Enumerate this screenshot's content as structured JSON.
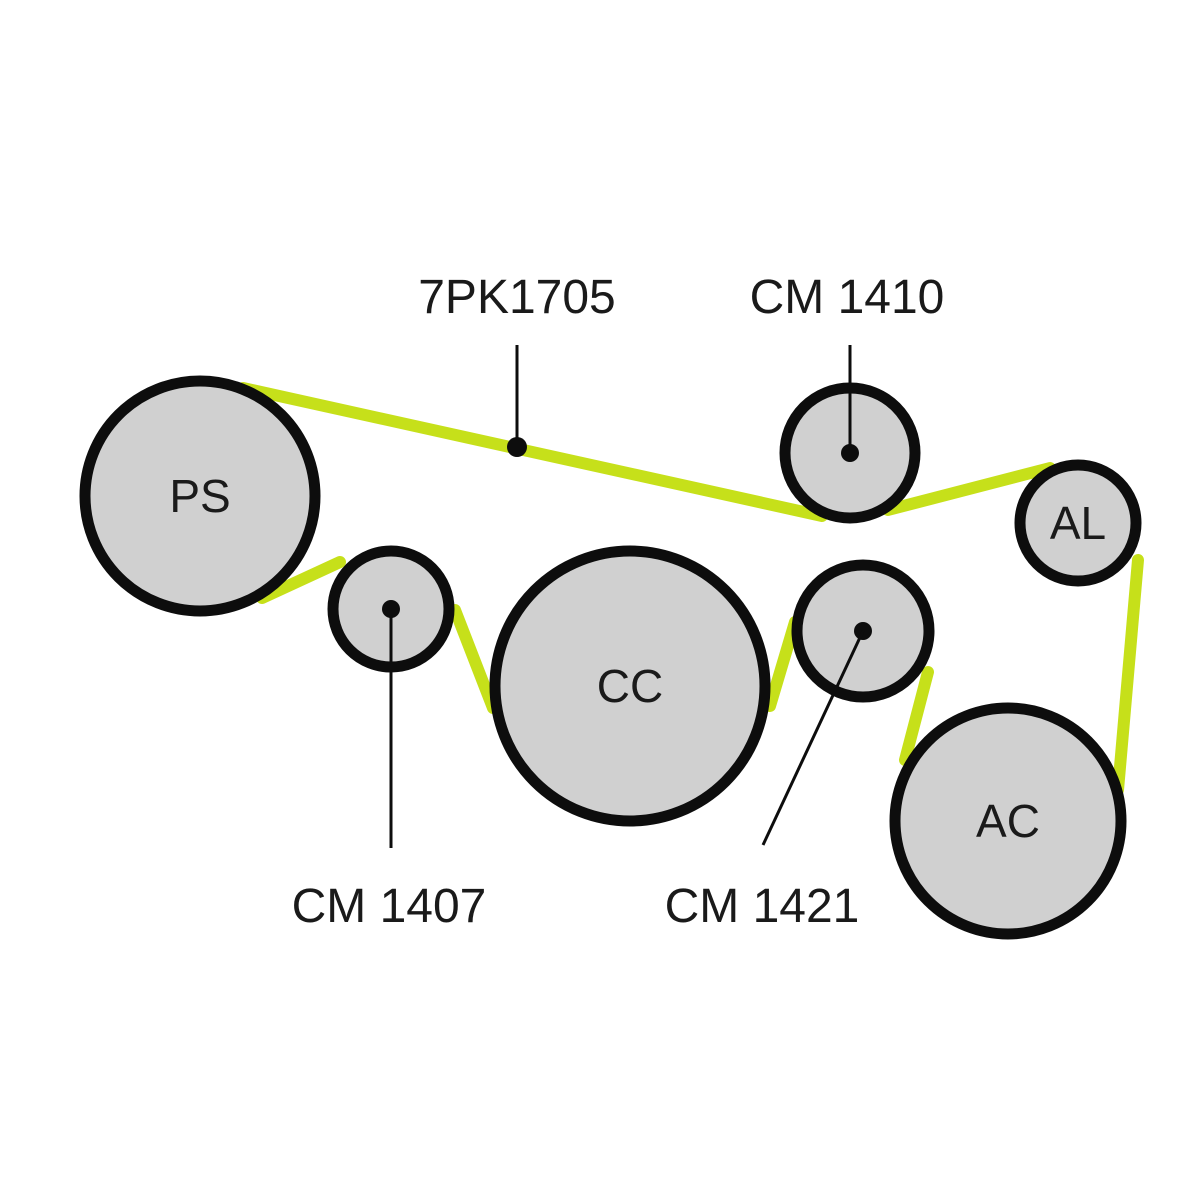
{
  "colors": {
    "belt": "#c6e01a",
    "pulley_fill": "#d0d0d0",
    "pulley_stroke": "#0d0d0d",
    "text": "#1a1a1a",
    "background": "#ffffff"
  },
  "pulleys": {
    "ps": "PS",
    "cc": "CC",
    "al": "AL",
    "ac": "AC"
  },
  "callouts": {
    "belt": "7PK1705",
    "idler_top": "CM 1410",
    "idler_left": "CM 1407",
    "idler_right": "CM 1421"
  }
}
